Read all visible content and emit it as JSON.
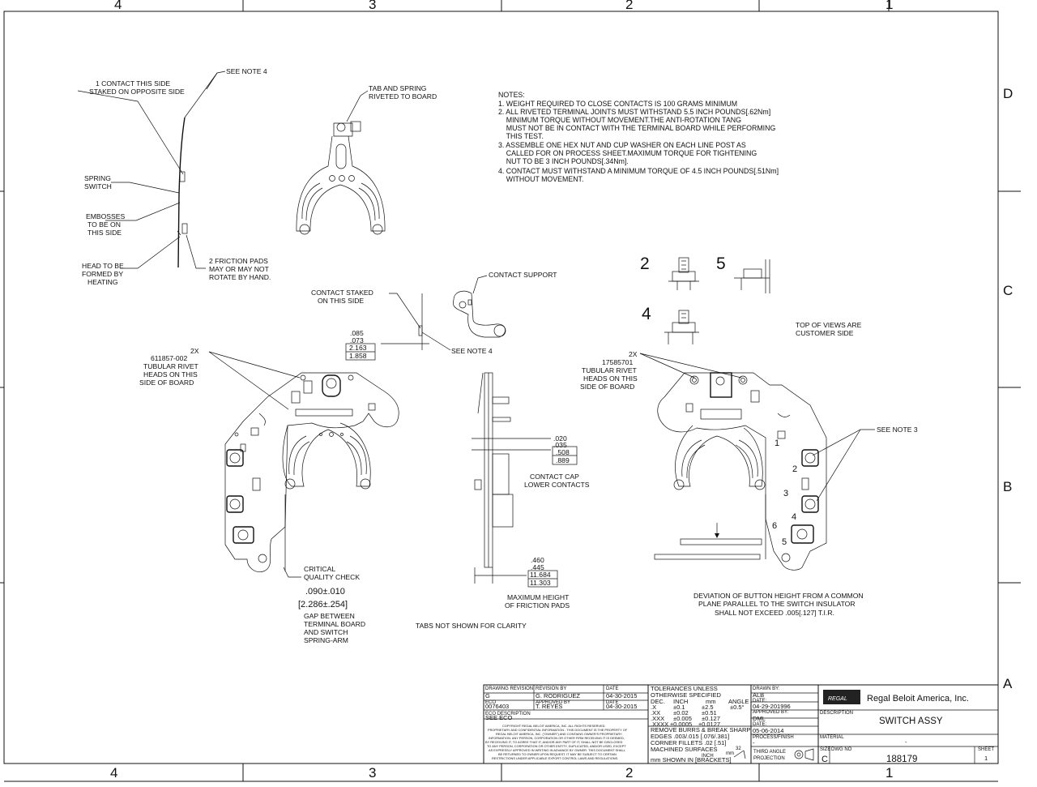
{
  "zones": {
    "top": [
      "4",
      "3",
      "2",
      "1"
    ],
    "bottom": [
      "4",
      "3",
      "2",
      "1"
    ],
    "right": [
      "D",
      "C",
      "B",
      "A"
    ]
  },
  "notes": {
    "heading": "NOTES:",
    "lines": [
      "1. WEIGHT REQUIRED TO CLOSE CONTACTS IS 100 GRAMS MINIMUM",
      "2. ALL RIVETED TERMINAL JOINTS MUST WITHSTAND 5.5 INCH POUNDS[.62Nm]",
      "    MINIMUM TORQUE WITHOUT MOVEMENT.THE ANTI-ROTATION TANG",
      "    MUST NOT BE IN CONTACT WITH THE TERMINAL BOARD WHILE PERFORMING",
      "    THIS TEST.",
      "3. ASSEMBLE ONE HEX NUT AND CUP WASHER ON EACH LINE POST AS",
      "    CALLED FOR ON PROCESS SHEET.MAXIMUM TORQUE FOR TIGHTENING",
      "    NUT TO BE 3 INCH POUNDS[.34Nm].",
      "4. CONTACT MUST WITHSTAND A MINIMUM TORQUE OF 4.5 INCH POUNDS[.51Nm]",
      "    WITHOUT MOVEMENT."
    ]
  },
  "callouts": {
    "see_note_4_top": "SEE NOTE 4",
    "contact_side": [
      "1 CONTACT THIS SIDE",
      "STAKED ON OPPOSITE SIDE"
    ],
    "tab_spring": [
      "TAB AND SPRING",
      "RIVETED TO BOARD"
    ],
    "spring_switch": [
      "SPRING",
      "SWITCH"
    ],
    "embosses": [
      "EMBOSSES",
      "TO BE ON",
      "THIS SIDE"
    ],
    "head_formed": [
      "HEAD TO BE",
      "FORMED BY",
      "HEATING"
    ],
    "friction_pads": [
      "2 FRICTION PADS",
      "MAY OR MAY NOT",
      "ROTATE BY HAND."
    ],
    "contact_staked": [
      "CONTACT STAKED",
      "ON THIS SIDE"
    ],
    "contact_support": "CONTACT SUPPORT",
    "see_note_4_mid": "SEE NOTE 4",
    "dim_085": [
      ".085",
      ".073",
      "2.163",
      "1.858"
    ],
    "rivet_left": [
      "2X",
      "611857-002",
      "TUBULAR RIVET",
      "HEADS ON THIS",
      "SIDE OF BOARD"
    ],
    "rivet_right": [
      "2X",
      "17585701",
      "TUBULAR RIVET",
      "HEADS ON THIS",
      "SIDE OF BOARD"
    ],
    "dim_020": [
      ".020",
      ".035",
      ".508",
      ".889"
    ],
    "contact_cap": [
      "CONTACT CAP",
      "LOWER CONTACTS"
    ],
    "critical": [
      "CRITICAL",
      "QUALITY CHECK"
    ],
    "gap_dim": [
      ".090±.010",
      "[2.286±.254]"
    ],
    "gap_text": [
      "GAP BETWEEN",
      "TERMINAL BOARD",
      "AND SWITCH",
      "SPRING-ARM"
    ],
    "tabs_not_shown": "TABS NOT SHOWN FOR CLARITY",
    "dim_460": [
      ".460",
      ".445",
      "11.684",
      "11.303"
    ],
    "max_height": [
      "MAXIMUM HEIGHT",
      "OF FRICTION PADS"
    ],
    "top_of_views": [
      "TOP OF VIEWS ARE",
      "CUSTOMER SIDE"
    ],
    "see_note_3": "SEE NOTE 3",
    "deviation": [
      "DEVIATION OF BUTTON HEIGHT FROM A COMMON",
      "PLANE PARALLEL TO THE SWITCH INSULATOR",
      "SHALL NOT EXCEED .005[.127] T.I.R."
    ],
    "view_numbers": [
      "2",
      "5",
      "4"
    ],
    "terminal_numbers": [
      "1",
      "2",
      "3",
      "4",
      "5",
      "6"
    ]
  },
  "title_block": {
    "drawing_revision_label": "DRAWING REVISION",
    "drawing_revision": "G",
    "revision_by_label": "REVISION BY",
    "revision_by": "G. RODRIGUEZ",
    "date_label": "DATE",
    "revision_date": "04-30-2015",
    "eco_label": "ECO",
    "eco": "0076403",
    "approved_by_label": "APPROVED BY",
    "approved_by": "T. REYES",
    "approved_date": "04-30-2015",
    "eco_desc_label": "ECO DESCRIPTION",
    "eco_desc": "SEE ECO",
    "copyright": [
      "COPYRIGHT REGAL BELOIT AMERICA, INC. ALL RIGHTS RESERVED.",
      "PROPRIETARY AND CONFIDENTIAL INFORMATION - THIS DOCUMENT IS THE PROPERTY OF",
      "REGAL BELOIT AMERICA, INC. (\"OWNER\") AND CONTAINS OWNER'S PROPRIETARY",
      "INFORMATION. ANY PERSON, CORPORATION OR OTHER FIRM RECEIVING IT IS DEEMED,",
      "BY RECEIVING IT, TO AGREE THAT IT, AND/OR ANY PART OF IT, SHALL NOT BE DISCLOSED",
      "TO ANY PERSON, CORPORATION OR OTHER ENTITY, DUPLICATED, AND/OR USED, EXCEPT",
      "AS EXPRESSLY APPROVED IN WRITING IN ADVANCE BY OWNER. THIS DOCUMENT SHALL",
      "BE RETURNED TO OWNER UPON REQUEST. IT MAY BE SUBJECT TO CERTAIN",
      "RESTRICTIONS UNDER APPLICABLE EXPORT CONTROL LAWS AND REGULATIONS."
    ],
    "tolerances": {
      "header": [
        "TOLERANCES UNLESS",
        "OTHERWISE SPECIFIED"
      ],
      "col_headers": [
        "DEC.",
        "INCH",
        "mm",
        "ANGLE"
      ],
      "rows": [
        [
          ".X",
          "±0.1",
          "±2.5",
          "±0.5°"
        ],
        [
          ".XX",
          "±0.02",
          "±0.51",
          ""
        ],
        [
          ".XXX",
          "±0.005",
          "±0.127",
          ""
        ],
        [
          ".XXXX",
          "±0.0005",
          "±0.0127",
          ""
        ]
      ],
      "extra": [
        "REMOVE BURRS & BREAK SHARP",
        "EDGES .003/.015 [.076/.381]",
        "CORNER FILLETS .02 [.51]",
        "MACHINED SURFACES"
      ],
      "finish_units": [
        "INCH",
        "mm"
      ],
      "finish_value": "32",
      "mm_shown": "mm SHOWN IN [BRACKETS]"
    },
    "drawn_by_label": "DRAWN BY:",
    "drawn_by": "ALB",
    "date1_label": "DATE:",
    "date1": "04-29-201996",
    "approved2_label": "APPROVED BY:",
    "approved2": "DML",
    "date2_label": "DATE:",
    "date2": "05-06-2014",
    "process_label": "PROCESS/FINISH",
    "process": "-",
    "projection": [
      "THIRD ANGLE",
      "PROJECTION"
    ],
    "company": "Regal Beloit America, Inc.",
    "logo_text": "REGAL",
    "description_label": "DESCRIPTION",
    "description": "SWITCH ASSY",
    "material_label": "MATERIAL",
    "material": "-",
    "size_label": "SIZE",
    "size": "C",
    "dwg_no_label": "DWG NO",
    "dwg_no": "188179",
    "sheet_label": "SHEET",
    "sheet": "1"
  }
}
